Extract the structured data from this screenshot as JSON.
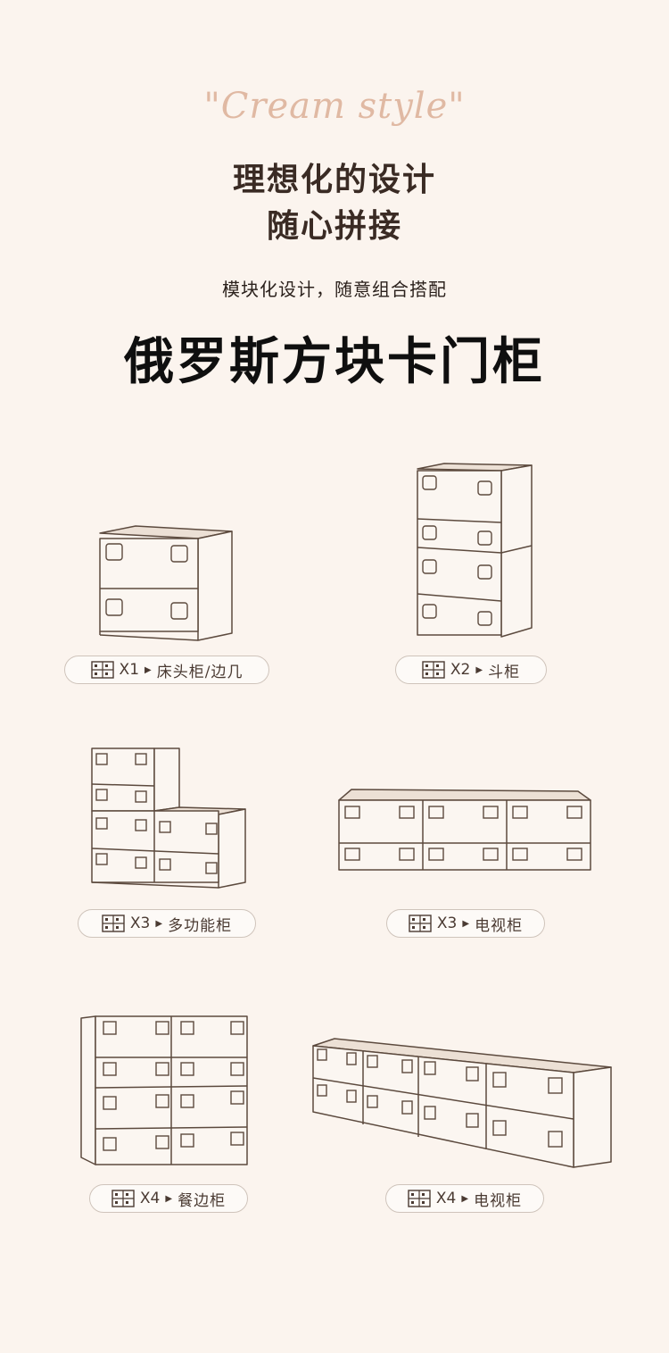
{
  "header": {
    "script_title": "\"Cream style\"",
    "title_line1": "理想化的设计",
    "title_line2": "随心拼接",
    "subtitle": "模块化设计，随意组合搭配",
    "product_name": "俄罗斯方块卡门柜"
  },
  "combos": [
    {
      "count": "X1",
      "name": "床头柜/边几"
    },
    {
      "count": "X2",
      "name": "斗柜"
    },
    {
      "count": "X3",
      "name": "多功能柜"
    },
    {
      "count": "X3",
      "name": "电视柜"
    },
    {
      "count": "X4",
      "name": "餐边柜"
    },
    {
      "count": "X4",
      "name": "电视柜"
    }
  ],
  "icons": {
    "module": "cabinet-grid-icon",
    "arrow": "play-arrow-icon"
  },
  "colors": {
    "background": "#fbf4ee",
    "accent": "#e0b9a3",
    "line": "#5c4a3e"
  }
}
